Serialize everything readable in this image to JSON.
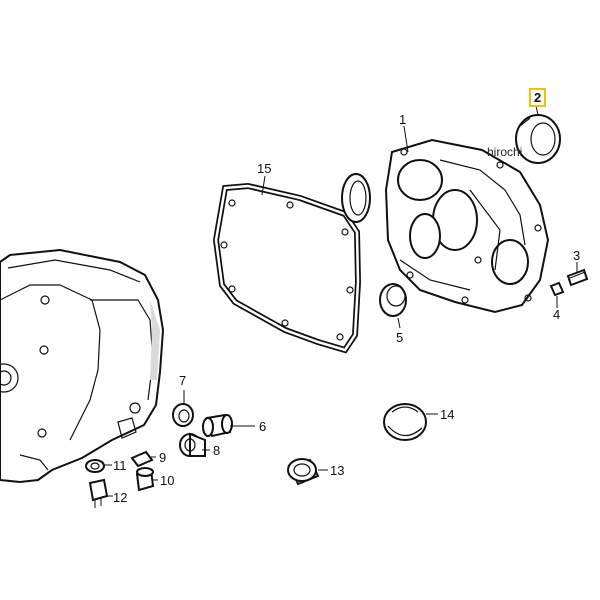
{
  "callouts": {
    "c1": "1",
    "c2": "2",
    "c3": "3",
    "c4": "4",
    "c5": "5",
    "c6": "6",
    "c7": "7",
    "c8": "8",
    "c9": "9",
    "c10": "10",
    "c11": "11",
    "c12": "12",
    "c13": "13",
    "c14": "14",
    "c15": "15"
  },
  "highlighted_part": "2",
  "highlight_color": "#f2c200",
  "watermark": "hirochi"
}
